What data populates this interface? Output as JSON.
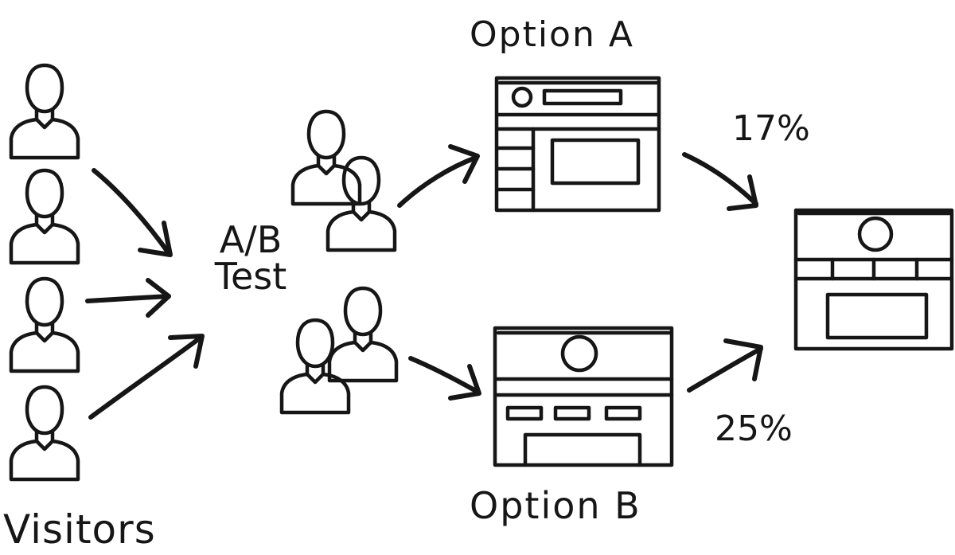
{
  "labels": {
    "visitors": "Visitors",
    "ab_line1": "A/B",
    "ab_line2": "Test",
    "option_a": "Option A",
    "option_b": "Option B",
    "rate_a": "17%",
    "rate_b": "25%"
  },
  "icons": {
    "person": "person-icon",
    "group": "person-pair-icon",
    "page": "web-page-wireframe-icon",
    "arrow": "arrow-icon"
  },
  "colors": {
    "ink": "#161616",
    "background": "#ffffff"
  }
}
